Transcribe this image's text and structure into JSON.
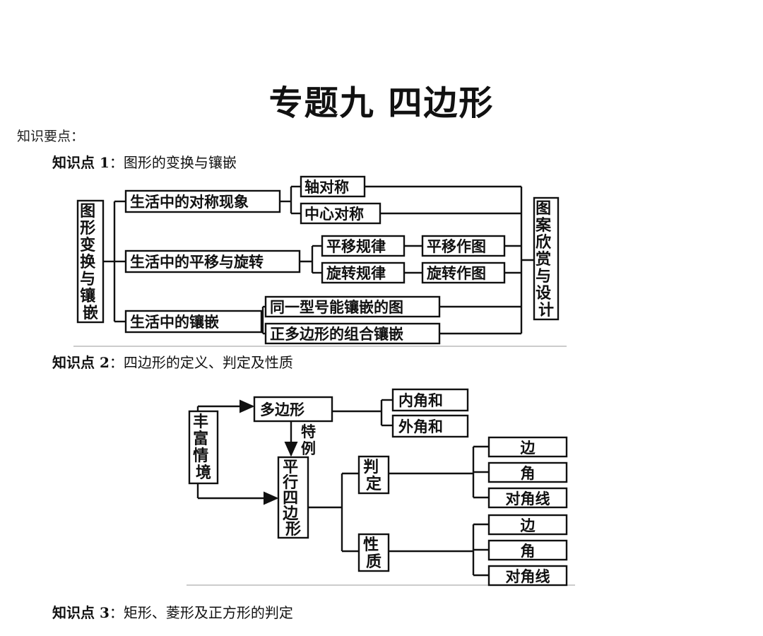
{
  "title": "专题九 四边形",
  "section_label": "知识要点：",
  "kp1": {
    "prefix": "知识点 1",
    "sep": "：",
    "text": "图形的变换与镶嵌"
  },
  "kp2": {
    "prefix": "知识点 2",
    "sep": "：",
    "text": "四边形的定义、判定及性质"
  },
  "kp3": {
    "prefix": "知识点 3",
    "sep": "：",
    "text": "矩形、菱形及正方形的判定"
  },
  "diagram1": {
    "root": [
      "图",
      "形",
      "变",
      "换",
      "与",
      "镶",
      "嵌"
    ],
    "symmetry": "生活中的对称现象",
    "axis_sym": "轴对称",
    "center_sym": "中心对称",
    "translation_rotation": "生活中的平移与旋转",
    "translation_rule": "平移规律",
    "translation_draw": "平移作图",
    "rotation_rule": "旋转规律",
    "rotation_draw": "旋转作图",
    "tessellation": "生活中的镶嵌",
    "same_shape": "同一型号能镶嵌的图",
    "regular_polygon": "正多边形的组合镶嵌",
    "design": [
      "图",
      "案",
      "欣",
      "赏",
      "与",
      "设",
      "计"
    ]
  },
  "diagram2": {
    "context": [
      "丰",
      "富",
      "情",
      "境"
    ],
    "polygon": "多边形",
    "interior": "内角和",
    "exterior": "外角和",
    "special_case": [
      "特",
      "例"
    ],
    "parallelogram": [
      "平",
      "行",
      "四",
      "边",
      "形"
    ],
    "judgement": [
      "判",
      "定"
    ],
    "property": [
      "性",
      "质"
    ],
    "j_side": "边",
    "j_angle": "角",
    "j_diag": "对角线",
    "p_side": "边",
    "p_angle": "角",
    "p_diag": "对角线"
  }
}
